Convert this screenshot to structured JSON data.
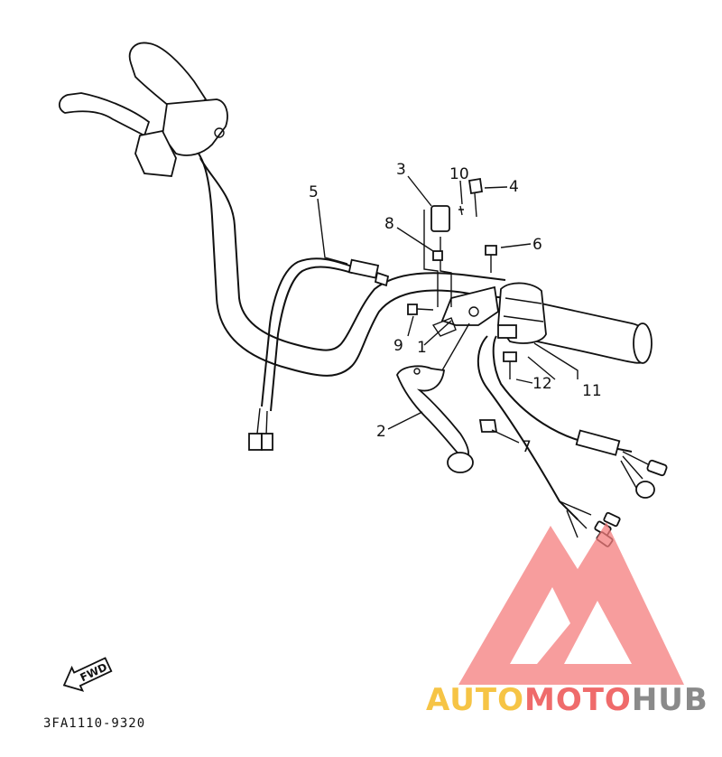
{
  "callouts": [
    "1",
    "2",
    "3",
    "4",
    "5",
    "6",
    "7",
    "8",
    "9",
    "10",
    "11",
    "12"
  ],
  "fwd_label": "FWD",
  "diagram_code": "3FA1110-9320",
  "watermark": {
    "part1": "AUTO",
    "part2": "MOTO",
    "part3": "HUB",
    "color1": "#f6c445",
    "color2": "#ef6b6b",
    "color3": "#8a8a8a",
    "logo_color": "#f47c7c"
  }
}
